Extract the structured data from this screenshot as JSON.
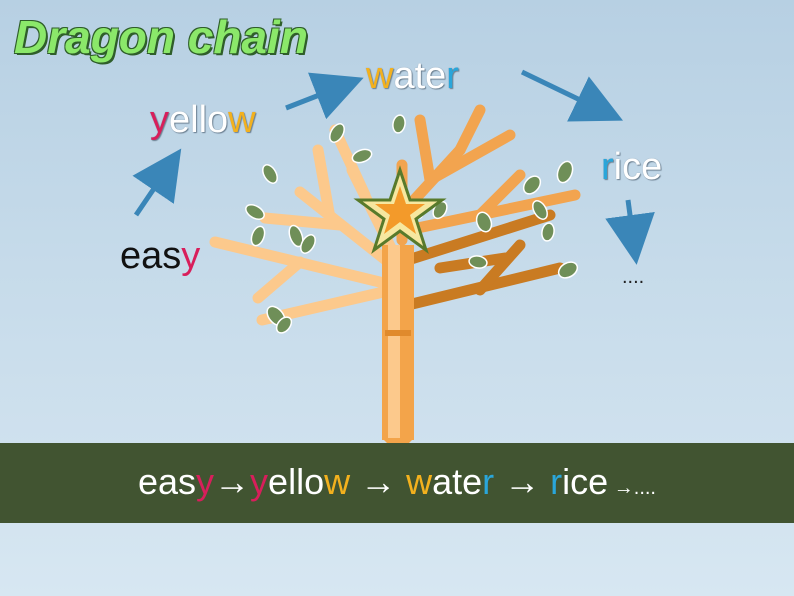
{
  "title": "Dragon chain",
  "words": {
    "easy": {
      "stem": "eas",
      "end": "y"
    },
    "yellow": {
      "start": "y",
      "mid": "ello",
      "end": "w"
    },
    "water": {
      "start": "w",
      "mid": "ate",
      "end": "r"
    },
    "rice": {
      "start": "r",
      "rest": "ice"
    },
    "ellipsis": "...."
  },
  "chain": {
    "easy_stem": "eas",
    "easy_end": "y",
    "arrow1": "→",
    "yellow_start": "y",
    "yellow_mid": "ello",
    "yellow_end": "w",
    "arrow2": " → ",
    "water_start": "w",
    "water_mid": "ate",
    "water_end": "r",
    "arrow3": " → ",
    "rice_start": "r",
    "rice_rest": "ice",
    "tail": " →...."
  },
  "colors": {
    "bottom_bar": "#415431",
    "red_letter": "#d81e5b",
    "gold_letter": "#f3b11e",
    "blue_letter": "#2aa6da",
    "arrow": "#3a86b8",
    "title_green": "#8be86a"
  }
}
